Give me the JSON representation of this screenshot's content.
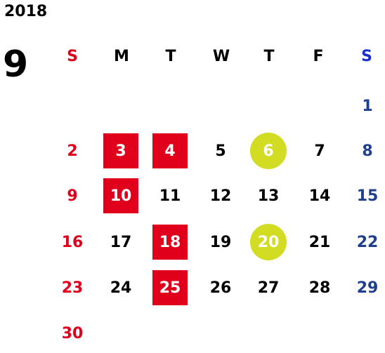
{
  "calendar": {
    "year": "2018",
    "month": "9",
    "weekdays": [
      "S",
      "M",
      "T",
      "W",
      "T",
      "F",
      "S"
    ],
    "weeks": [
      [
        "",
        "",
        "",
        "",
        "",
        "",
        "1"
      ],
      [
        "2",
        "3",
        "4",
        "5",
        "6",
        "7",
        "8"
      ],
      [
        "9",
        "10",
        "11",
        "12",
        "13",
        "14",
        "15"
      ],
      [
        "16",
        "17",
        "18",
        "19",
        "20",
        "21",
        "22"
      ],
      [
        "23",
        "24",
        "25",
        "26",
        "27",
        "28",
        "29"
      ],
      [
        "30",
        "",
        "",
        "",
        "",
        "",
        ""
      ]
    ],
    "highlight_box_days": [
      "3",
      "4",
      "10",
      "18",
      "25"
    ],
    "highlight_circle_days": [
      "6",
      "20"
    ],
    "colors": {
      "sunday": "#e0001c",
      "saturday": "#1f3f8f",
      "weekday": "#000000",
      "box_highlight": "#e0001c",
      "circle_highlight": "#d2dc23"
    }
  }
}
